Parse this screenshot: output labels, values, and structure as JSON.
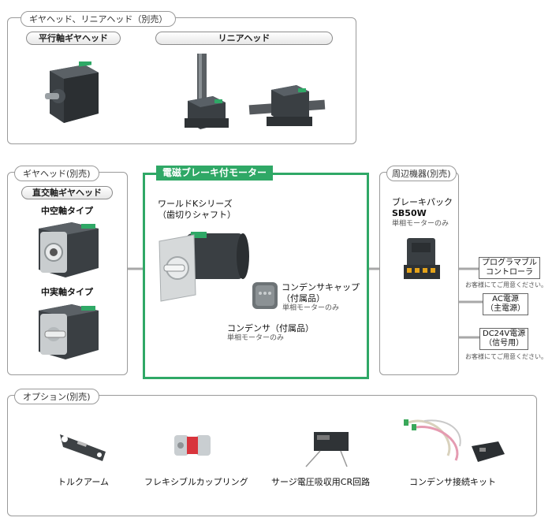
{
  "top_panel": {
    "title": "ギヤヘッド、リニアヘッド（別売）",
    "parallel_pill": "平行軸ギヤヘッド",
    "linear_pill": "リニアヘッド"
  },
  "gearhead_panel": {
    "title": "ギヤヘッド(別売)",
    "pill": "直交軸ギヤヘッド",
    "hollow_label": "中空軸タイプ",
    "solid_label": "中実軸タイプ"
  },
  "brake_motor": {
    "title": "電磁ブレーキ付モーター",
    "series_line1": "ワールドKシリーズ",
    "series_line2": "（歯切りシャフト）",
    "cap_line1": "コンデンサキャップ",
    "cap_line2": "（付属品）",
    "cap_note": "単相モーターのみ",
    "cond_line1": "コンデンサ（付属品）",
    "cond_note": "単相モーターのみ"
  },
  "peripheral_panel": {
    "title": "周辺機器(別売)",
    "brake_pack_line1": "ブレーキパック",
    "brake_pack_model": "SB50W",
    "brake_pack_note": "単相モーターのみ"
  },
  "connections": {
    "controller_line1": "プログラマブル",
    "controller_line2": "コントローラ",
    "controller_note": "お客様にてご用意ください。",
    "ac_line1": "AC電源",
    "ac_line2": "（主電源）",
    "dc_line1": "DC24V電源",
    "dc_line2": "（信号用）",
    "dc_note": "お客様にてご用意ください。"
  },
  "options_panel": {
    "title": "オプション(別売)",
    "items": [
      {
        "label": "トルクアーム"
      },
      {
        "label": "フレキシブルカップリング"
      },
      {
        "label": "サージ電圧吸収用CR回路"
      },
      {
        "label": "コンデンサ接続キット"
      }
    ]
  },
  "colors": {
    "accent_green": "#2fa866",
    "panel_border": "#9a9a9a",
    "cable_gray": "#a8a8a8",
    "product_dark": "#34383b"
  }
}
